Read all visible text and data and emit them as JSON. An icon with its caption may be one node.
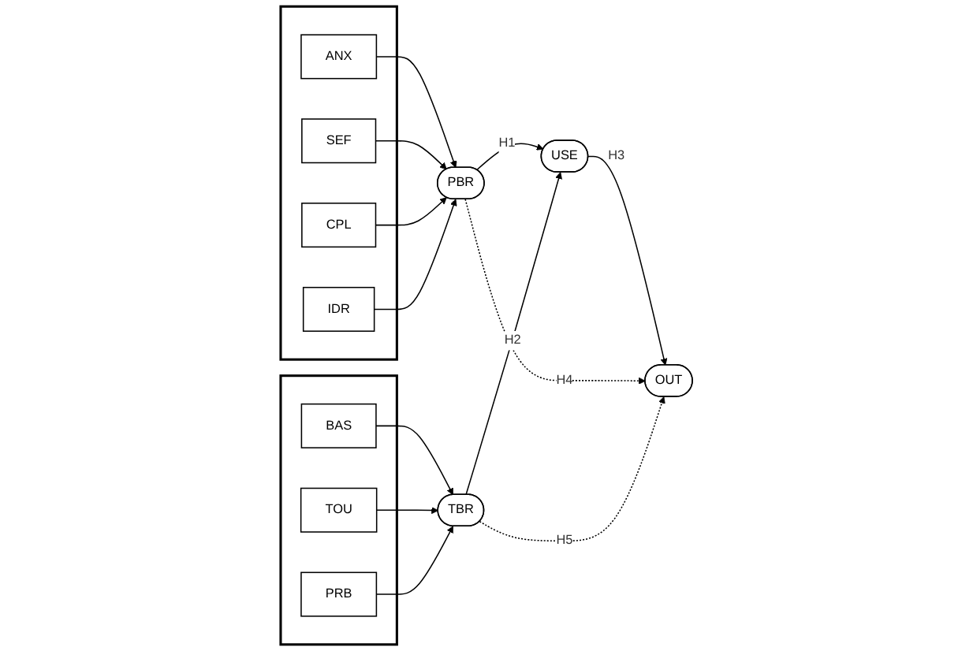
{
  "diagram": {
    "nodes": [
      {
        "text": [],
        "shape": "box"
      },
      {
        "text": [
          "ANX"
        ],
        "in": 0
      },
      {
        "text": [
          "SEF"
        ],
        "in": 0
      },
      {
        "text": [
          "CPL"
        ],
        "in": 0
      },
      {
        "text": [
          "IDR"
        ],
        "in": 0
      },
      {
        "text": [
          "PBR"
        ]
      },
      {
        "text": [],
        "shape": "box"
      },
      {
        "text": [
          "BAS"
        ],
        "in": 6
      },
      {
        "text": [
          "TOU"
        ],
        "in": 6
      },
      {
        "text": [
          "PRB"
        ],
        "in": 6
      },
      {
        "text": [
          "TBR"
        ]
      },
      {
        "text": [
          "USE"
        ]
      },
      {
        "text": [
          "OUT"
        ]
      }
    ],
    "edges": [
      {
        "from": 1,
        "to": 5,
        "arrow": "to"
      },
      {
        "from": 2,
        "to": 5,
        "arrow": "to"
      },
      {
        "from": 3,
        "to": 5,
        "arrow": "to"
      },
      {
        "from": 4,
        "to": 5,
        "arrow": "to"
      },
      {
        "from": 7,
        "to": 10,
        "arrow": "to"
      },
      {
        "from": 8,
        "to": 10,
        "arrow": "to"
      },
      {
        "from": 9,
        "to": 10,
        "arrow": "to"
      },
      {
        "from": 5,
        "to": 11,
        "arrow": "to",
        "label": "H1"
      },
      {
        "from": 10,
        "to": 11,
        "arrow": "to",
        "label": "H2"
      },
      {
        "from": 11,
        "to": 12,
        "arrow": "to",
        "label": "H3"
      },
      {
        "from": 5,
        "to": 12,
        "arrow": "to",
        "label": "H4",
        "style": "dashed"
      },
      {
        "from": 10,
        "to": 12,
        "arrow": "to",
        "label": "H5",
        "style": "dashed"
      }
    ]
  }
}
